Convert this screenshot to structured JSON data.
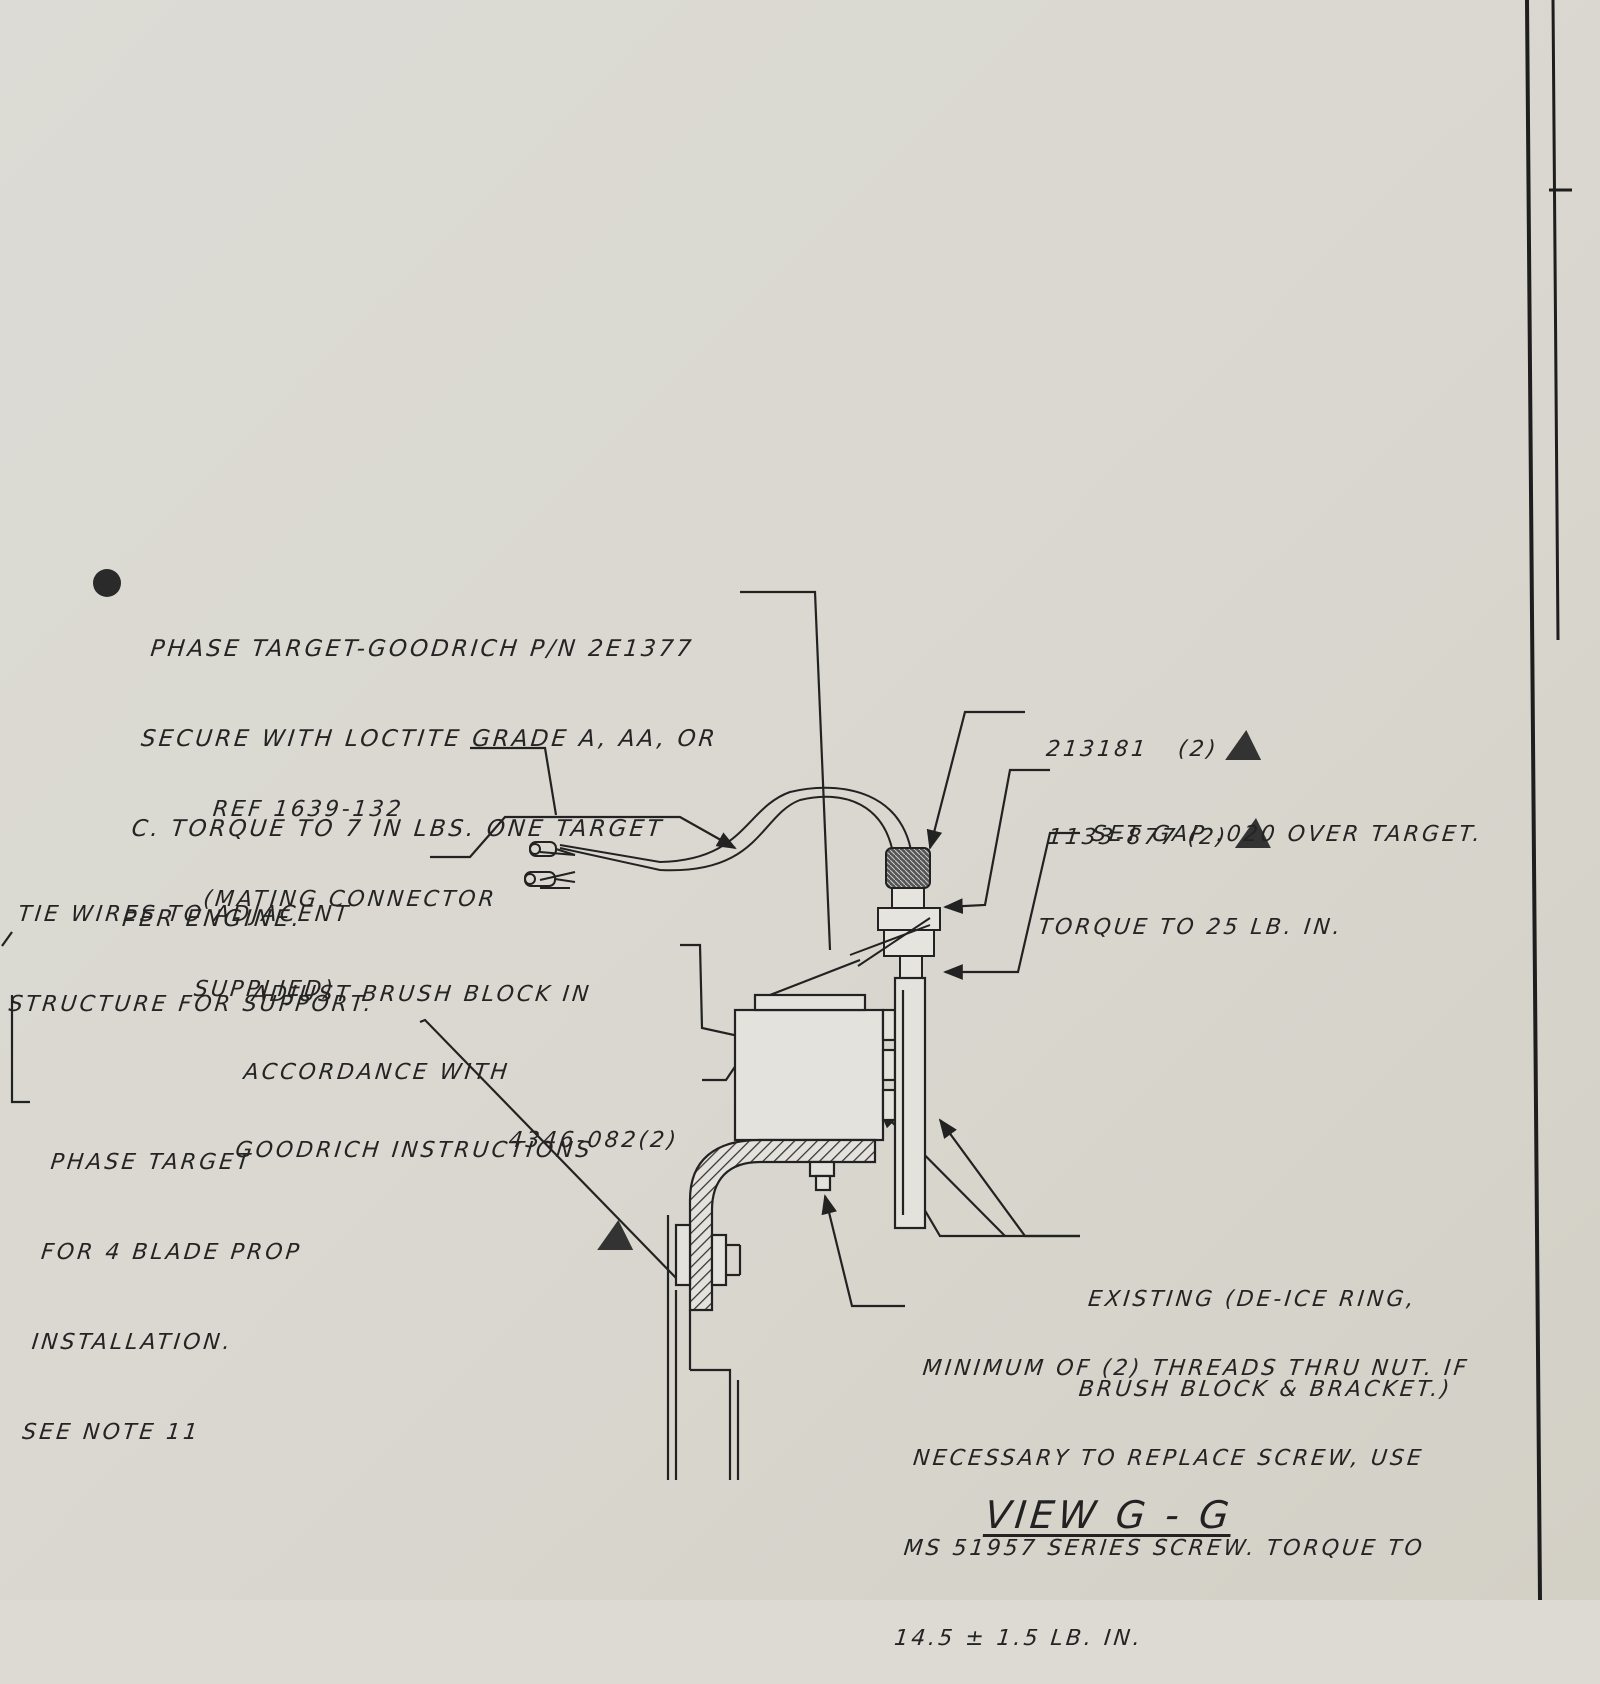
{
  "view_title": "VIEW G - G",
  "labels": {
    "phase_target": [
      "PHASE TARGET-GOODRICH P/N 2E1377",
      "SECURE WITH LOCTITE GRADE A, AA, OR",
      "C. TORQUE TO 7 IN LBS. ONE TARGET",
      "PER ENGINE."
    ],
    "ref_connector": [
      "REF 1639-132",
      "(MATING CONNECTOR",
      "SUPPLIED)"
    ],
    "tie_wires": [
      "TIE WIRES TO ADJACENT",
      "STRUCTURE FOR SUPPORT."
    ],
    "part_213181": "213181   (2)",
    "part_1133": "1133-877 (2)",
    "torque_25": "TORQUE TO 25 LB. IN.",
    "set_gap": "SET GAP .020 OVER TARGET.",
    "adjust_brush": [
      "ADJUST BRUSH BLOCK IN",
      "ACCORDANCE WITH",
      "GOODRICH INSTRUCTIONS"
    ],
    "part_4346": "4346-082(2)",
    "phase_target_4blade": [
      "PHASE TARGET",
      "FOR 4 BLADE PROP",
      "INSTALLATION.",
      "SEE NOTE 11"
    ],
    "existing": [
      "EXISTING (DE-ICE RING,",
      "BRUSH BLOCK & BRACKET.)"
    ],
    "min_threads": [
      "MINIMUM OF (2) THREADS THRU NUT. IF",
      "NECESSARY TO REPLACE SCREW, USE",
      "MS 51957 SERIES SCREW. TORQUE TO",
      "14.5 ± 1.5 LB. IN."
    ]
  },
  "colors": {
    "paper": "#dad8d1",
    "ink": "#242424"
  }
}
